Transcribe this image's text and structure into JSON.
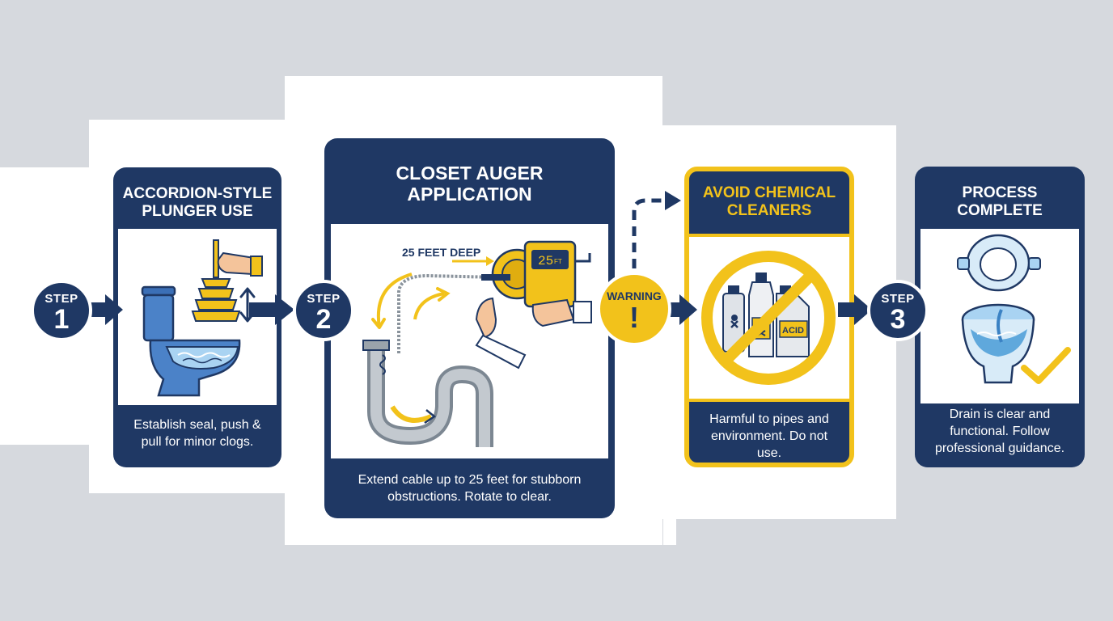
{
  "steps": [
    {
      "label": "STEP",
      "number": "1"
    },
    {
      "label": "STEP",
      "number": "2"
    },
    {
      "label": "STEP",
      "number": "3"
    }
  ],
  "warning": {
    "label": "WARNING",
    "symbol": "!"
  },
  "cards": {
    "plunger": {
      "title_line1": "ACCORDION-STYLE",
      "title_line2": "PLUNGER USE",
      "desc_line1": "Establish seal, push &",
      "desc_line2": "pull for minor clogs."
    },
    "auger": {
      "title_line1": "CLOSET AUGER",
      "title_line2": "APPLICATION",
      "depth_label": "25 FEET DEEP",
      "display_value": "25",
      "display_unit": "FT",
      "desc_line1": "Extend cable up to 25 feet for stubborn",
      "desc_line2": "obstructions. Rotate to clear."
    },
    "chemical": {
      "title_line1": "AVOID CHEMICAL",
      "title_line2": "CLEANERS",
      "jug_label": "ACID",
      "desc_line1": "Harmful to pipes and",
      "desc_line2": "environment. Do not",
      "desc_line3": "use."
    },
    "complete": {
      "title_line1": "PROCESS",
      "title_line2": "COMPLETE",
      "desc_line1": "Drain is clear and",
      "desc_line2": "functional. Follow",
      "desc_line3": "professional guidance."
    }
  },
  "colors": {
    "navy": "#1f3864",
    "yellow": "#f2c21b",
    "background": "#d6d9de",
    "water": "#5fa8dc"
  }
}
